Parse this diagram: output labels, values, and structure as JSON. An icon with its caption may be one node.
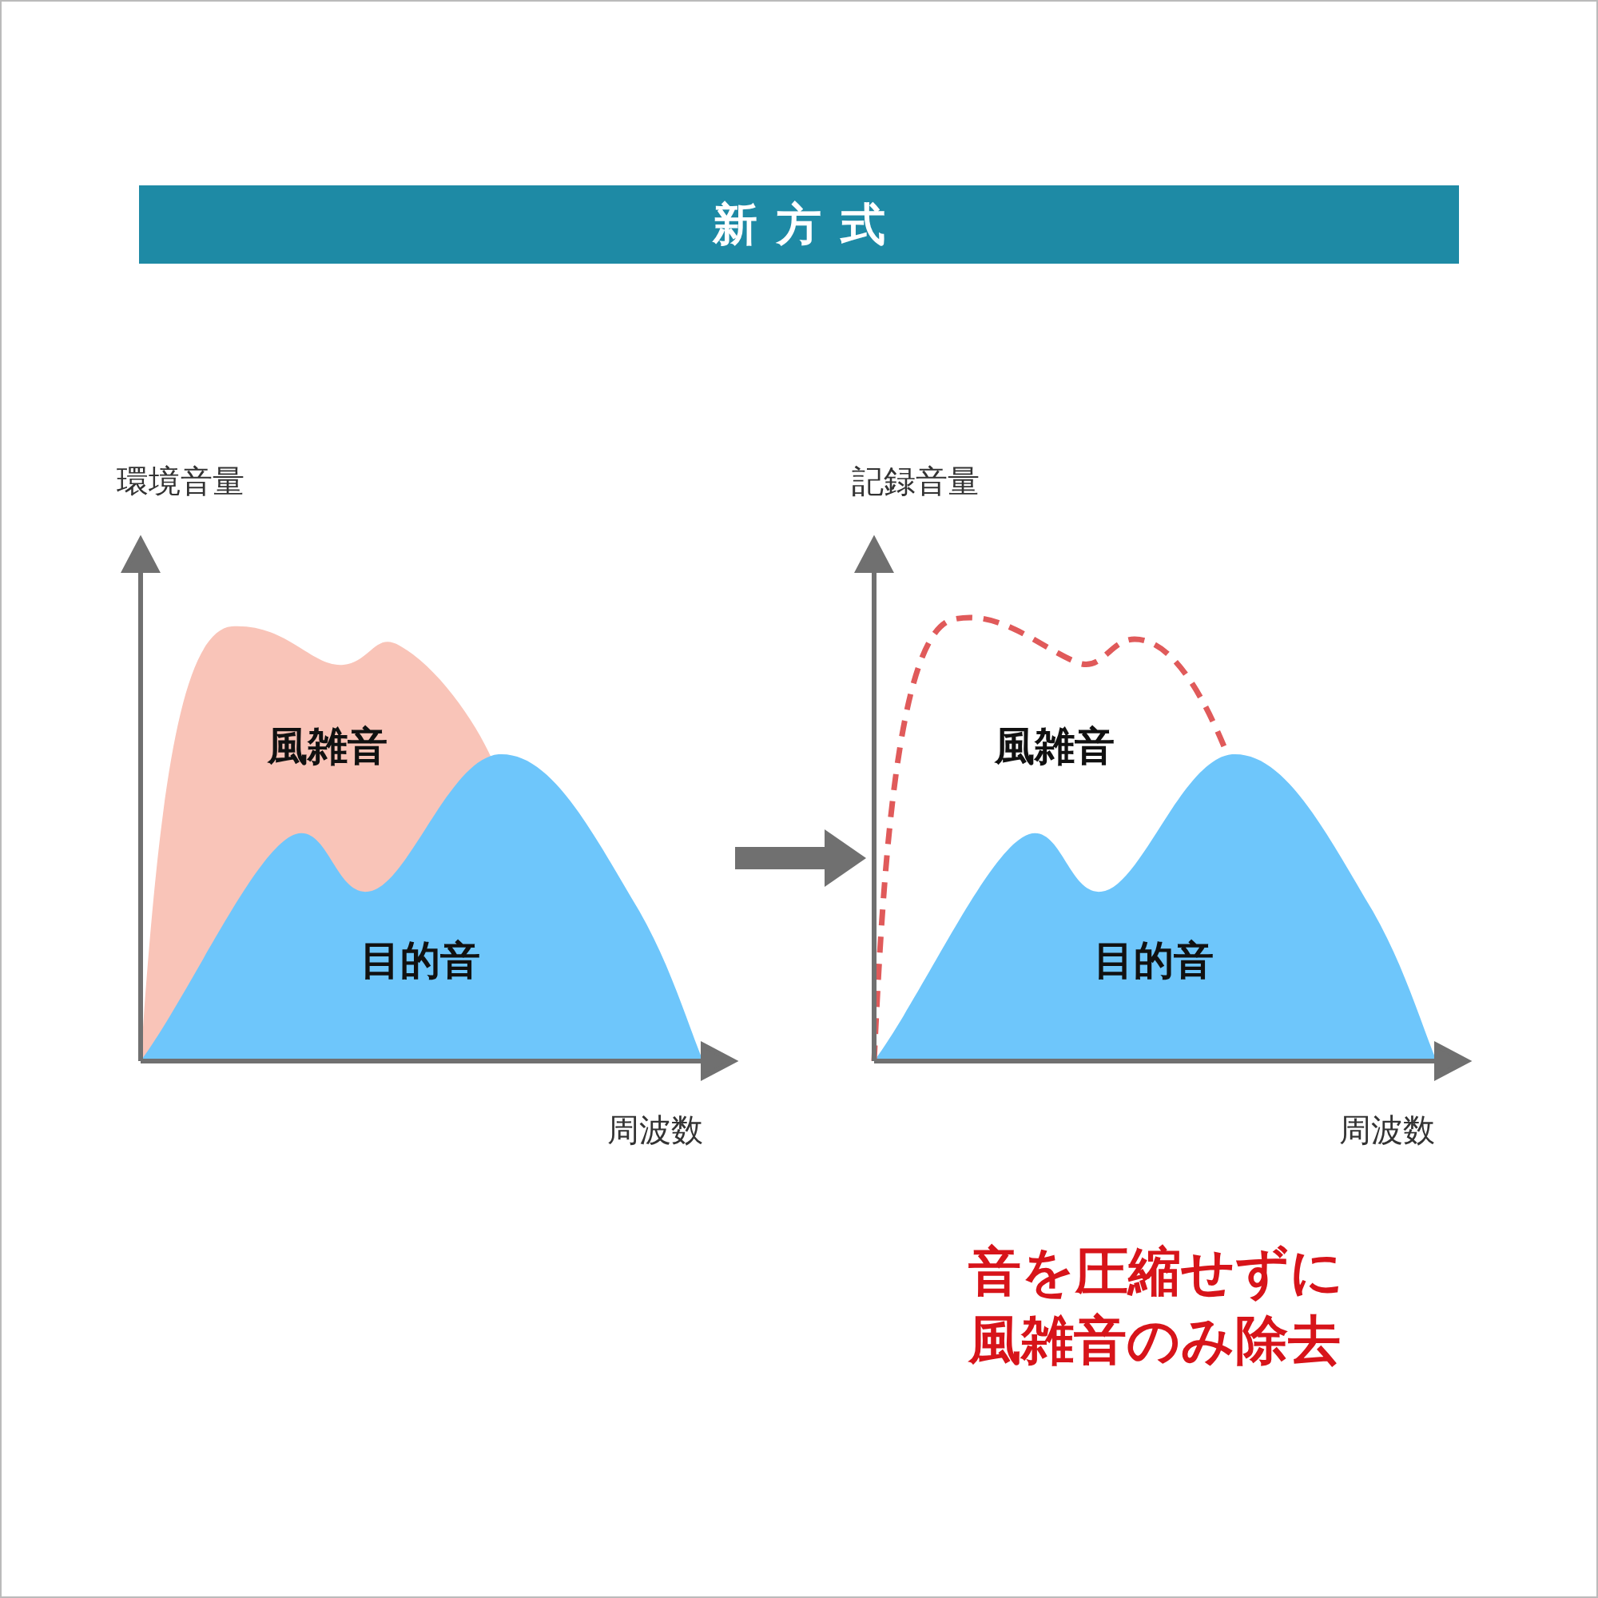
{
  "diagram": {
    "title": "新方式",
    "caption": "音を圧縮せずに風雑音のみ除去",
    "nodes": [
      {
        "text": [],
        "shape": "picture"
      },
      {
        "text": [],
        "shape": "picture"
      }
    ],
    "edges": [
      {
        "from": 0,
        "to": 1,
        "arrow": "to"
      }
    ],
    "labels": [
      "環境音量",
      "風雑音",
      "目的音",
      "周波数",
      "記録音量",
      "風雑音",
      "目的音",
      "周波数"
    ]
  }
}
